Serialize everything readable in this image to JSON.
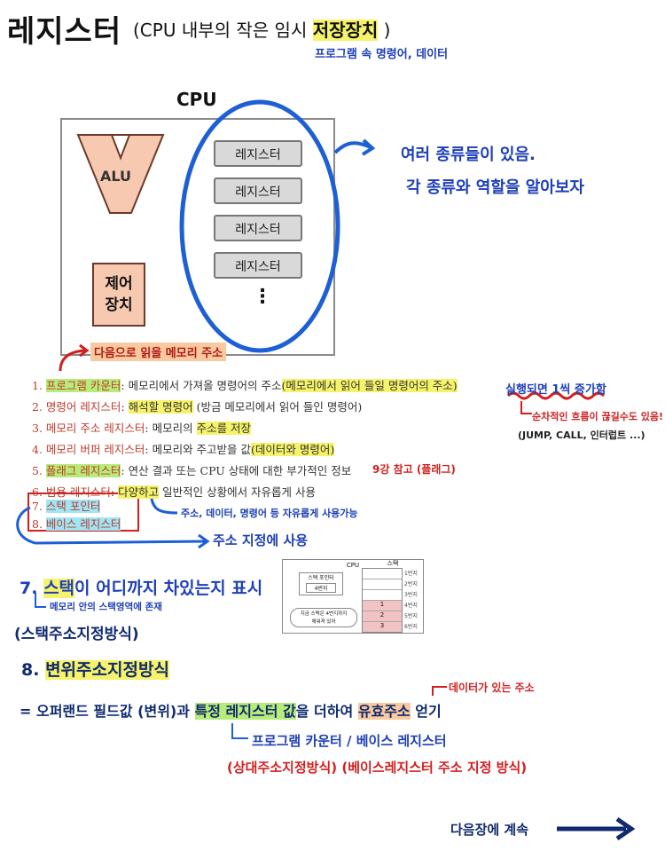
{
  "header": {
    "title": "레지스터",
    "subtitle_open": "(CPU 내부의 작은 임시",
    "subtitle_highlight": "저장장치",
    "subtitle_close": ")",
    "note": "프로그램 속 명령어, 데이터"
  },
  "cpu_diagram": {
    "cpu_label": "CPU",
    "alu_label": "ALU",
    "control_label_1": "제어",
    "control_label_2": "장치",
    "registers": [
      "레지스터",
      "레지스터",
      "레지스터",
      "레지스터"
    ],
    "ellipsis": "⋮",
    "annotation_line1": "여러 종류들이 있음.",
    "annotation_line2": "각 종류와 역할을 알아보자"
  },
  "next_read_note": "다음으로 읽을 메모리 주소",
  "registers_list": [
    {
      "num": "1.",
      "name": "프로그램 카운터",
      "desc_a": "메모리에서 가져올 명령어의 주소",
      "desc_b": "(메모리에서 읽어 들일 명령어의 주소)"
    },
    {
      "num": "2.",
      "name": "명령어 레지스터",
      "desc_a": "해석할 명령어",
      "desc_b": "(방금 메모리에서 읽어 들인 명령어)"
    },
    {
      "num": "3.",
      "name": "메모리 주소 레지스터",
      "desc_a": "메모리의",
      "desc_b": "주소를 저장"
    },
    {
      "num": "4.",
      "name": "메모리 버퍼 레지스터",
      "desc_a": "메모리와 주고받을 값",
      "desc_b": "(데이터와 명령어)"
    },
    {
      "num": "5.",
      "name": "플래그 레지스터",
      "desc_a": "연산 결과 또는 CPU 상태에 대한 부가적인 정보",
      "desc_b": ""
    },
    {
      "num": "6.",
      "name": "범용 레지스터",
      "desc_a": "다양하고",
      "desc_b": "일반적인 상황에서 자유롭게 사용"
    },
    {
      "num": "7.",
      "name": "스택 포인터",
      "desc_a": "",
      "desc_b": ""
    },
    {
      "num": "8.",
      "name": "베이스 레지스터",
      "desc_a": "",
      "desc_b": ""
    }
  ],
  "side_notes": {
    "pc_increment": "실행되면 1씩 증가함",
    "pc_flow_1": "순차적인 흐름이 끊길수도 있음!",
    "pc_flow_2": "(JUMP, CALL, 인터럽트 ...)",
    "flag_note": "9강 참고 (플래그)",
    "general_note": "주소, 데이터, 명령어 등 자유롭게 사용가능",
    "address_note": "주소 지정에 사용"
  },
  "section7": {
    "number": "7.",
    "title_highlight": "스택",
    "title_rest": "이 어디까지 차있는지 표시",
    "sub": "메모리 안의 스택영역에 존재",
    "method": "(스택주소지정방식)"
  },
  "stack_figure": {
    "cpu_label": "CPU",
    "sp_label": "스택 포인터",
    "sp_value": "4번지",
    "caption_1": "지금 스택은 4번지까지",
    "caption_2": "채워져 있어",
    "stack_label": "스택",
    "cells": [
      "",
      "",
      "",
      "1",
      "2",
      "3"
    ],
    "addresses": [
      "1번지",
      "2번지",
      "3번지",
      "4번지",
      "5번지",
      "6번지"
    ]
  },
  "section8": {
    "number": "8.",
    "title": "변위주소지정방식",
    "formula_a": "= 오퍼랜드 필드값 (변위)과",
    "formula_highlight": "특정 레지스터 값",
    "formula_b": "을 더하여",
    "formula_result": "유효주소",
    "formula_c": "얻기",
    "data_note": "데이터가 있는 주소",
    "registers_note": "프로그램 카운터 / 베이스 레지스터",
    "method_note": "(상대주소지정방식) (베이스레지스터 주소 지정 방식)"
  },
  "footer": {
    "next": "다음장에 계속"
  }
}
